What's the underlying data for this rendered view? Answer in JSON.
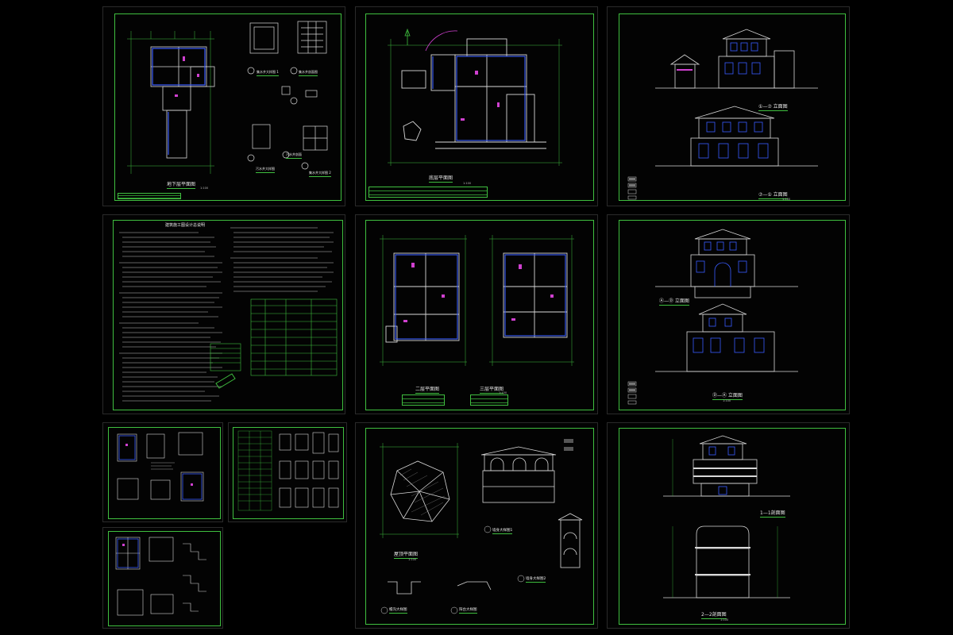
{
  "sheets": {
    "basement": {
      "title": "地下层平面图",
      "scale": "1:100",
      "details": [
        "集水井大样图 1",
        "集水井剖面图",
        "污水井剖面",
        "污水井大样图",
        "集水井大样图 2"
      ]
    },
    "ground_floor": {
      "title": "底层平面图",
      "scale": "1:100"
    },
    "elevations_a": {
      "titles": [
        "①—⑦ 立面图",
        "⑦—① 立面图"
      ],
      "scale": "1:100"
    },
    "notes": {
      "title": "建筑施工图设计总说明"
    },
    "floors_2_3": {
      "titles": [
        "二层平面图",
        "三层平面图"
      ],
      "scale": "1:100"
    },
    "elevations_b": {
      "titles": [
        "Ⓐ—Ⓓ 立面图",
        "Ⓓ—Ⓐ 立面图"
      ],
      "scale": "1:100"
    },
    "roof": {
      "title": "屋顶平面图",
      "scale": "1:100",
      "details": [
        "墙身大样图1",
        "墙身大样图2",
        "檐沟大样图",
        "阳台大样图"
      ]
    },
    "sections": {
      "titles": [
        "1—1剖面图",
        "2—2剖面图"
      ],
      "scale": "1:100"
    }
  },
  "colors": {
    "frame": "#3fbf3f",
    "wall": "#3a5cff",
    "accent": "#d040d0",
    "line": "#d8d8d8",
    "dim": "#3fbf3f"
  }
}
